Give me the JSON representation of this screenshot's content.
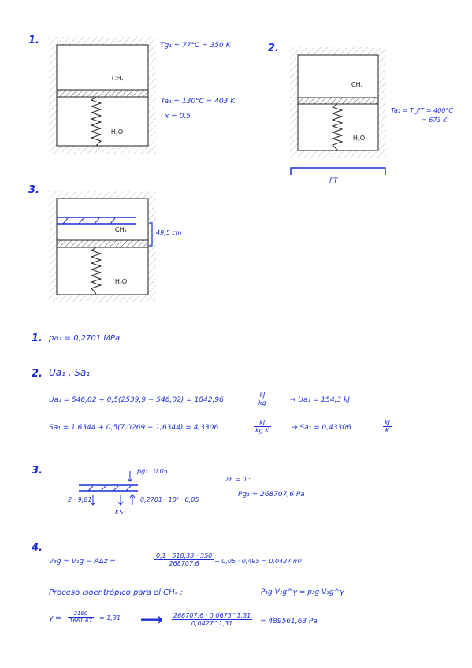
{
  "labels": {
    "n1": "1.",
    "n2": "2.",
    "n3": "3.",
    "ch4": "CH₄",
    "h2o": "H₂O"
  },
  "state1": {
    "tg1": "Tg₁ = 77°C = 350 K",
    "ta1": "Ta₁ = 130°C = 403 K",
    "x": "x = 0,5"
  },
  "state2": {
    "ta2_a": "Ta₂ = T_FT = 400°C",
    "ta2_b": "= 673 K",
    "ft": "FT"
  },
  "state3": {
    "height": "49,5 cm"
  },
  "answers": {
    "a1_num": "1.",
    "a1": "pa₁ = 0,2701 MPa",
    "a2_num": "2.",
    "a2_head": "Ua₁ , Sa₁",
    "u_line": "Ua₁ = 546,02 + 0,5(2539,9 − 546,02) = 1842,96",
    "u_unit_n": "kJ",
    "u_unit_d": "kg",
    "u_res": "→ Ua₁ = 154,3 kJ",
    "s_line": "Sa₁ = 1,6344 + 0,5(7,0269 − 1,6344) = 4,3306",
    "s_unit_n": "kJ",
    "s_unit_d": "kg K",
    "s_res": "→ Sa₁ = 0,43306",
    "s_res_n": "kJ",
    "s_res_d": "K",
    "a3_num": "3.",
    "fbd_top": "pg₁ · 0,05",
    "fbd_left": "2 · 9,81",
    "fbd_mid": "0,2701 · 10⁶ · 0,05",
    "fbd_ks": "KS₁",
    "sumf": "ΣF = 0 :",
    "pg1": "Pg₁ = 268707,6 Pa",
    "a4_num": "4.",
    "v3g_lhs": "V₃g = V₁g − AΔz =",
    "v3g_n": "0,1 · 518,33 · 350",
    "v3g_d": "268707,6",
    "v3g_rhs": "− 0,05 · 0,495 = 0,0427 m³",
    "proc": "Proceso isoentrópico para el CH₄ :",
    "proc_eq": "P₁g V₁g^γ = p₃g V₃g^γ",
    "gamma_lhs": "γ =",
    "gamma_n": "2190",
    "gamma_d": "1661,67",
    "gamma_rhs": "= 1,31",
    "arrow": "⟶",
    "final_n": "268707,6 · 0,0675^1,31",
    "final_d": "0,0427^1,31",
    "final_rhs": "= 489561,63 Pa"
  }
}
